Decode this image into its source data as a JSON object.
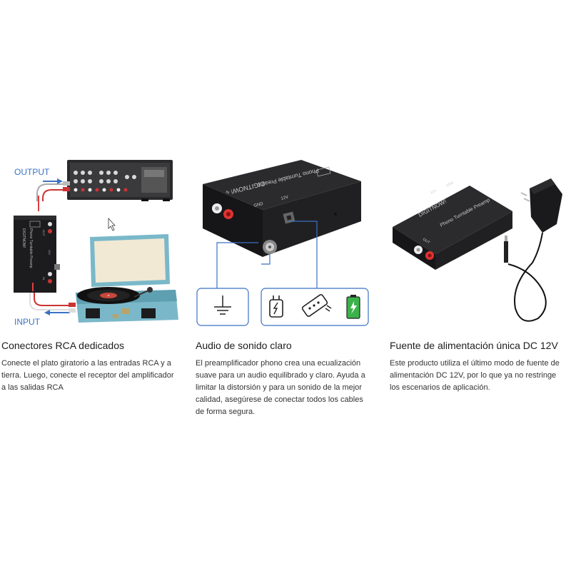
{
  "panels": [
    {
      "title": "Conectores RCA dedicados",
      "desc": "Conecte el plato giratorio a las entradas RCA y a tierra. Luego, conecte el receptor del amplificador a las salidas RCA",
      "output_label": "OUTPUT",
      "input_label": "INPUT",
      "device_brand": "DIGITNOW!",
      "device_model": "Phono Turntable Preamp",
      "device_port_out": "OUT",
      "device_port_in": "IN",
      "device_port_dc": "12V"
    },
    {
      "title": "Audio de sonido claro",
      "desc": "El preamplificador phono crea una ecualización suave para un audio equilibrado y claro. Ayuda a limitar la distorsión y para un sonido de la mejor calidad, asegúrese de conectar todos los cables de forma segura.",
      "device_brand": "DIGITNOW!",
      "device_model": "Phono Turntable Preamp",
      "device_port_in": "IN",
      "device_port_gnd": "GND",
      "device_port_dc": "12V"
    },
    {
      "title": "Fuente de alimentación única DC 12V",
      "desc": "Este producto utiliza el último modo de fuente de alimentación DC 12V, por lo que ya no restringe los escenarios de aplicación.",
      "device_brand": "DIGITNOW!",
      "device_model": "Phono Turntable Preamp",
      "device_port_out": "OUT",
      "device_port_gnd": "GND",
      "device_port_dc": "12V"
    }
  ],
  "colors": {
    "accent_blue": "#3a72c4",
    "device_black": "#1c1c1e",
    "turntable_blue": "#7ab8c9",
    "record_label": "#c9463c",
    "battery_green": "#3bb24a"
  }
}
